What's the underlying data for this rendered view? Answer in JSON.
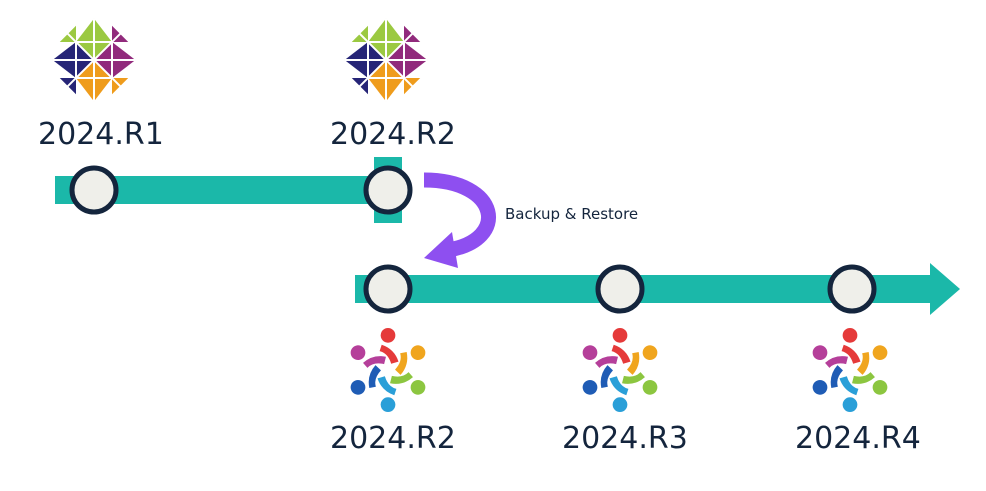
{
  "colors": {
    "timeline": "#1bb8a9",
    "node_fill": "#efefea",
    "node_stroke": "#14253d",
    "transition_arrow": "#8e4ff0",
    "label_text": "#14253d"
  },
  "old_releases": [
    {
      "label": "2024.R1",
      "logo": "centos-logo"
    },
    {
      "label": "2024.R2",
      "logo": "centos-logo"
    }
  ],
  "new_releases": [
    {
      "label": "2024.R2",
      "logo": "community-logo"
    },
    {
      "label": "2024.R3",
      "logo": "community-logo"
    },
    {
      "label": "2024.R4",
      "logo": "community-logo"
    }
  ],
  "transition": {
    "label": "Backup & Restore",
    "icon": "curved-arrow-icon"
  }
}
